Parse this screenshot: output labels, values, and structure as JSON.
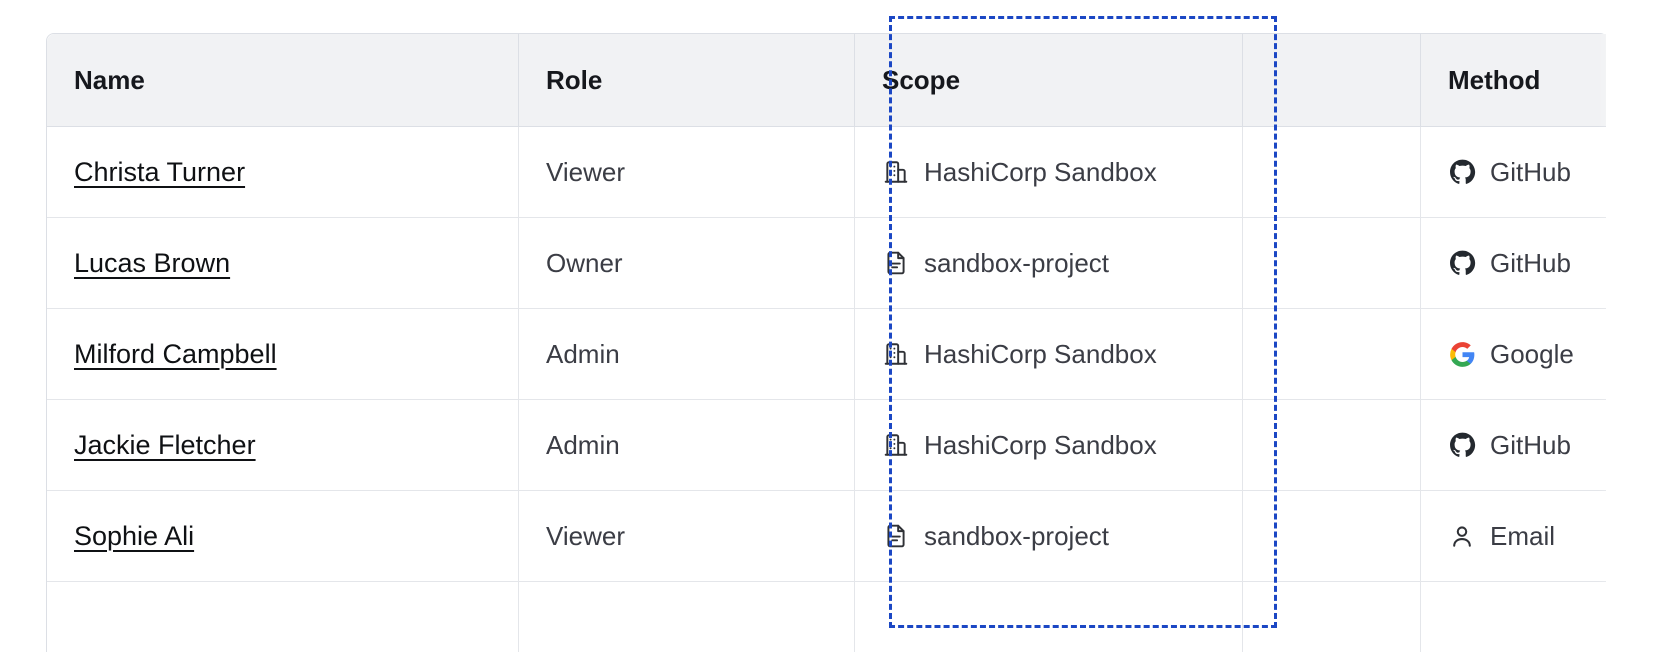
{
  "table": {
    "columns": [
      {
        "key": "name",
        "label": "Name"
      },
      {
        "key": "role",
        "label": "Role"
      },
      {
        "key": "scope",
        "label": "Scope"
      },
      {
        "key": "spacer",
        "label": ""
      },
      {
        "key": "method",
        "label": "Method"
      }
    ],
    "rows": [
      {
        "name": "Christa Turner",
        "role": "Viewer",
        "scope": "HashiCorp Sandbox",
        "scope_icon": "organization-building-icon",
        "method": "GitHub",
        "method_icon": "github-icon"
      },
      {
        "name": "Lucas Brown",
        "role": "Owner",
        "scope": "sandbox-project",
        "scope_icon": "project-document-icon",
        "method": "GitHub",
        "method_icon": "github-icon"
      },
      {
        "name": "Milford Campbell",
        "role": "Admin",
        "scope": "HashiCorp Sandbox",
        "scope_icon": "organization-building-icon",
        "method": "Google",
        "method_icon": "google-icon"
      },
      {
        "name": "Jackie Fletcher",
        "role": "Admin",
        "scope": "HashiCorp Sandbox",
        "scope_icon": "organization-building-icon",
        "method": "GitHub",
        "method_icon": "github-icon"
      },
      {
        "name": "Sophie Ali",
        "role": "Viewer",
        "scope": "sandbox-project",
        "scope_icon": "project-document-icon",
        "method": "Email",
        "method_icon": "user-person-icon"
      },
      {
        "name": "",
        "role": "",
        "scope": "",
        "scope_icon": "",
        "method": "",
        "method_icon": ""
      }
    ]
  },
  "highlight": {
    "target_column": "Scope",
    "style": "dashed",
    "color": "#1b47c4"
  },
  "colors": {
    "header_background": "#f1f2f4",
    "header_text": "#16181d",
    "body_text": "#3b3d45",
    "link_text": "#0f1114",
    "border": "#dcdfe5",
    "row_border": "#e4e6ea",
    "highlight": "#1b47c4",
    "google_blue": "#4285f4",
    "google_red": "#ea4335",
    "google_yellow": "#fbbc05",
    "google_green": "#34a853",
    "github_dark": "#24292f"
  }
}
